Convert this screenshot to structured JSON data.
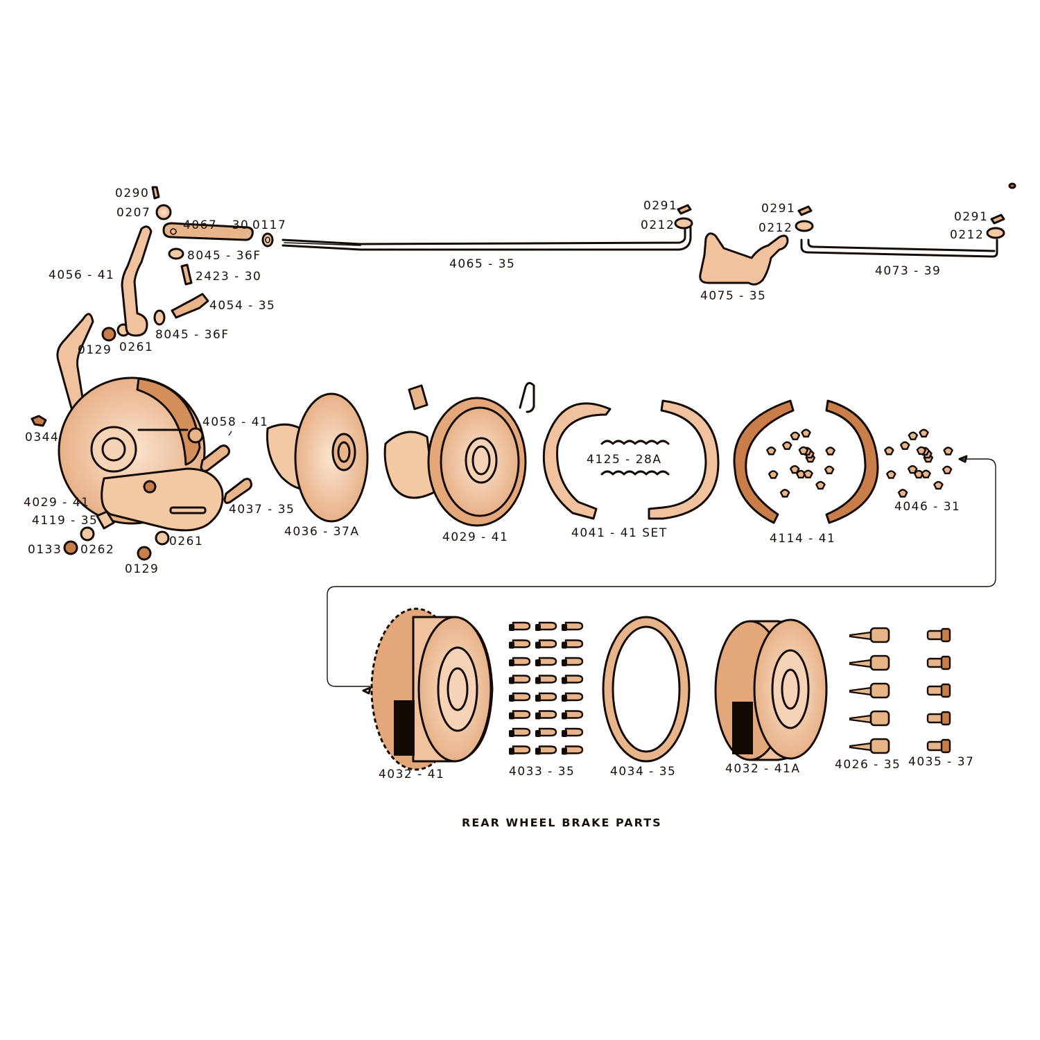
{
  "title": "REAR WHEEL BRAKE PARTS",
  "colors": {
    "ink": "#140a05",
    "sepia": "#e8b48a",
    "sepia_dark": "#c97e4a",
    "background": "#ffffff"
  },
  "labels": {
    "l0290": "0290",
    "l0207": "0207",
    "l4067_30": "4067 - 30",
    "l0117": "0117",
    "l8045_36f_a": "8045 - 36F",
    "l2423_30": "2423 - 30",
    "l4056_41": "4056 - 41",
    "l4054_35": "4054 - 35",
    "l8045_36f_b": "8045 - 36F",
    "l0129_a": "0129",
    "l0261_a": "0261",
    "l4065_35": "4065 - 35",
    "l0291_a": "0291",
    "l0212_a": "0212",
    "l0291_b": "0291",
    "l0212_b": "0212",
    "l4075_35": "4075 - 35",
    "l0291_c": "0291",
    "l0212_c": "0212",
    "l4073_39": "4073 - 39",
    "l0344": "0344",
    "l4058_41": "4058 - 41",
    "l4029_41_a": "4029 - 41",
    "l4037_35": "4037 - 35",
    "l4119_35": "4119 - 35",
    "l0133": "0133",
    "l0262": "0262",
    "l0261_b": "0261",
    "l0129_b": "0129",
    "l4036_37a": "4036 - 37A",
    "l4029_41_b": "4029 - 41",
    "l4125_28a": "4125 - 28A",
    "l4041_41_set": "4041 - 41 SET",
    "l4114_41": "4114 - 41",
    "l4046_31": "4046 - 31",
    "l4032_41": "4032 - 41",
    "l4033_35": "4033 - 35",
    "l4034_35": "4034 - 35",
    "l4032_41a": "4032 - 41A",
    "l4026_35": "4026 - 35",
    "l4035_37": "4035 - 37"
  }
}
